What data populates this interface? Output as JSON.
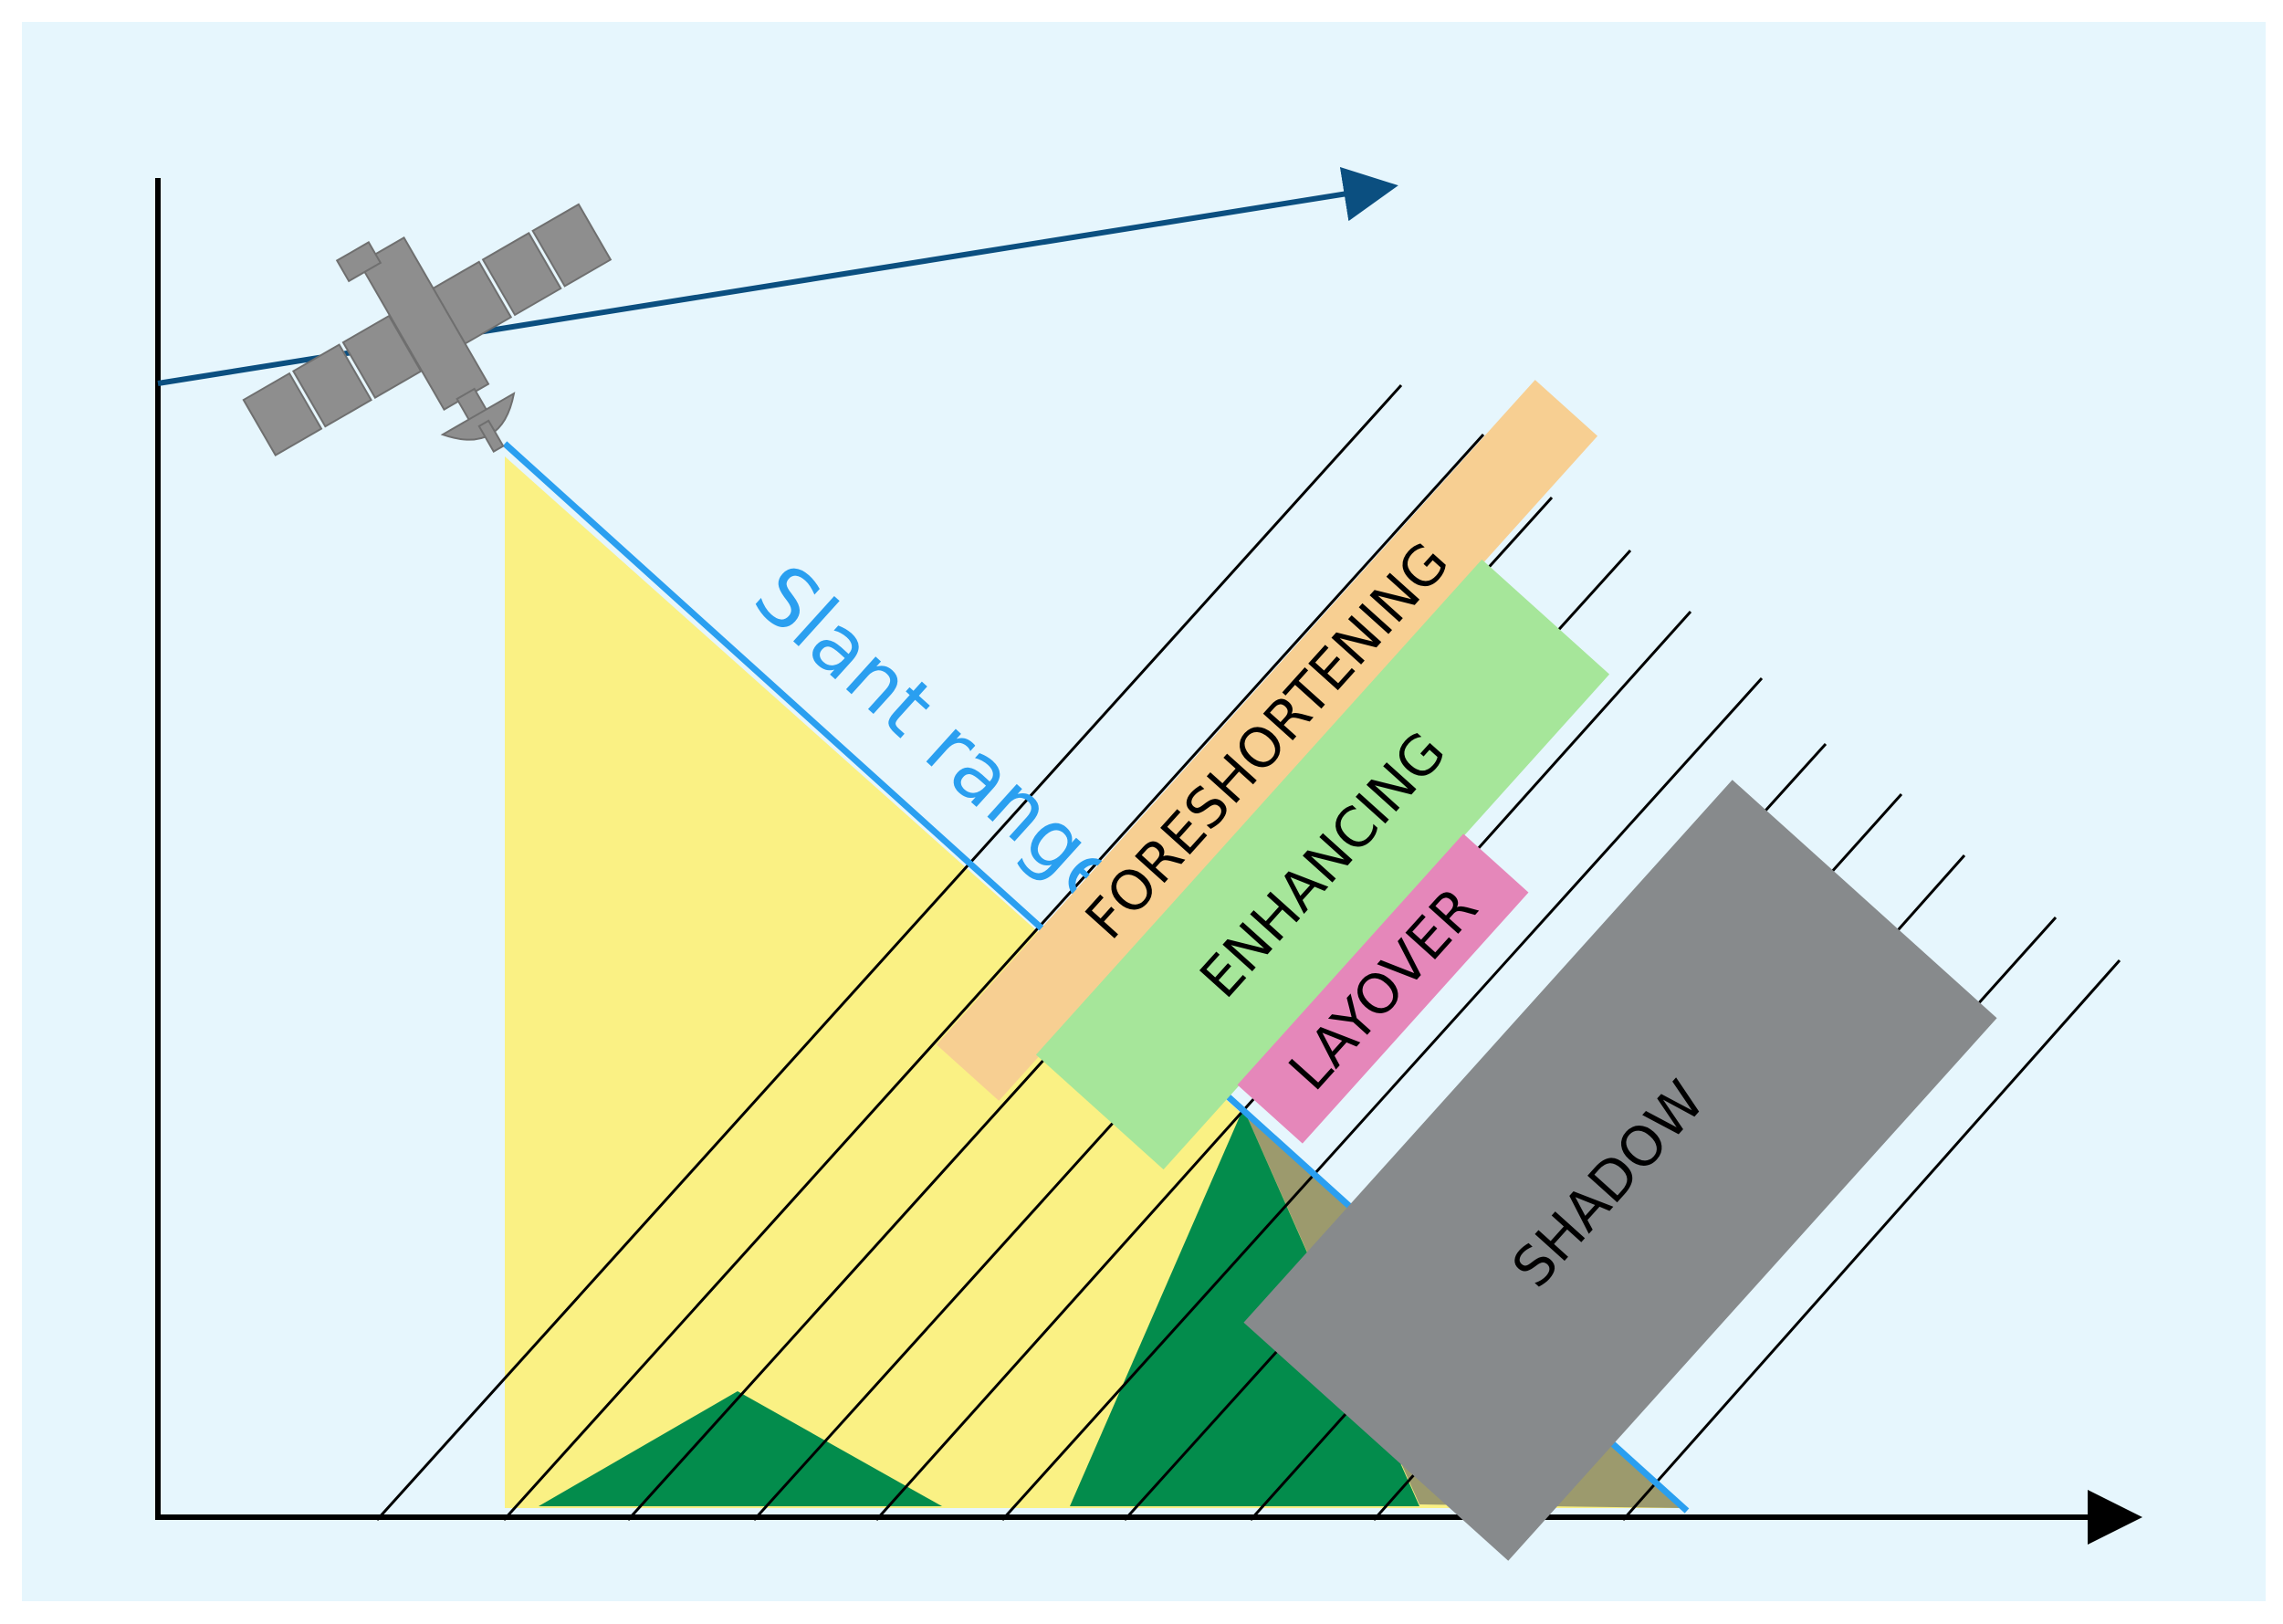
{
  "colors": {
    "background": "#e6f6fd",
    "illuminated_area": "#faf184",
    "terrain": "#038c4c",
    "shadowed_ground": "#9c9a6d",
    "slant_range_line": "#2a9ff0",
    "trajectory": "#0b4f80",
    "satellite": "#8e8e8e",
    "foreshortening": "#f7cf92",
    "enhancing": "#a6e69a",
    "layover": "#e587ba",
    "shadow": "#878a8c",
    "axis": "#000000"
  },
  "labels": {
    "slant_range": "Slant range",
    "foreshortening": "FORESHORTENING",
    "enhancing": "ENHANCING",
    "layover": "LAYOVER",
    "shadow": "SHADOW"
  },
  "icons": {
    "satellite": "satellite-icon",
    "trajectory_arrow": "arrow-right-icon"
  }
}
